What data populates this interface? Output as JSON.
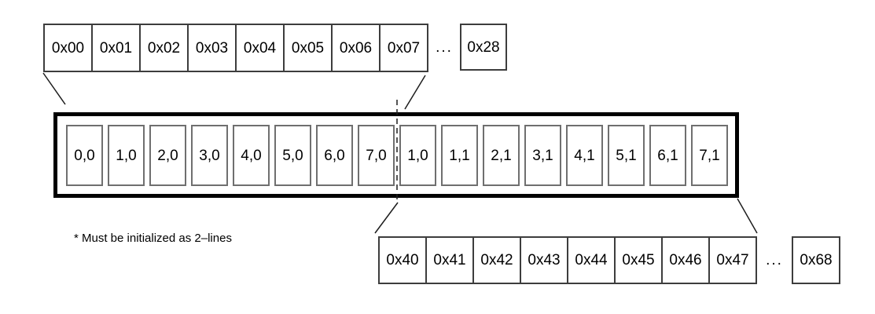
{
  "top_row": {
    "cells": [
      "0x00",
      "0x01",
      "0x02",
      "0x03",
      "0x04",
      "0x05",
      "0x06",
      "0x07"
    ],
    "ellipsis": "...",
    "tail": "0x28"
  },
  "cache_box": {
    "cells": [
      "0,0",
      "1,0",
      "2,0",
      "3,0",
      "4,0",
      "5,0",
      "6,0",
      "7,0",
      "1,0",
      "1,1",
      "2,1",
      "3,1",
      "4,1",
      "5,1",
      "6,1",
      "7,1"
    ]
  },
  "bottom_row": {
    "cells": [
      "0x40",
      "0x41",
      "0x42",
      "0x43",
      "0x44",
      "0x45",
      "0x46",
      "0x47"
    ],
    "ellipsis": "...",
    "tail": "0x68"
  },
  "footnote": "* Must be initialized as 2–lines",
  "colors": {
    "background": "#ffffff",
    "text": "#000000",
    "address_cell_border": "#3d3d3d",
    "cache_cell_border": "#6f6f6f",
    "cache_box_border": "#000000",
    "connector_line": "#1d1d1d"
  }
}
